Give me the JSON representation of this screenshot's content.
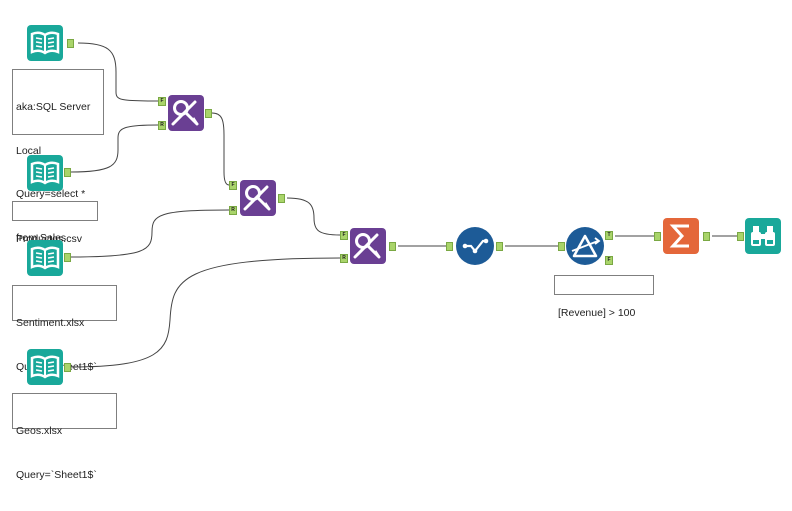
{
  "tools": {
    "input_sql": {
      "icon": "book-input-icon",
      "label": [
        "aka:SQL Server",
        "Local",
        "Query=select *",
        "from Sales"
      ]
    },
    "input_productos": {
      "icon": "book-input-icon",
      "label": [
        "Productos.csv"
      ]
    },
    "input_sentiment": {
      "icon": "book-input-icon",
      "label": [
        "Sentiment.xlsx",
        "Query=`Sheet1$`"
      ]
    },
    "input_geos": {
      "icon": "book-input-icon",
      "label": [
        "Geos.xlsx",
        "Query=`Sheet1$`"
      ]
    },
    "join_1": {
      "icon": "join-icon",
      "anchors": [
        "F",
        "R"
      ]
    },
    "join_2": {
      "icon": "join-icon",
      "anchors": [
        "F",
        "R"
      ]
    },
    "join_3": {
      "icon": "join-icon",
      "anchors": [
        "F",
        "R"
      ]
    },
    "select_tool": {
      "icon": "select-icon"
    },
    "filter_tool": {
      "icon": "filter-icon",
      "anchors": [
        "T",
        "F"
      ],
      "label": [
        "[Revenue] > 100"
      ]
    },
    "summarize_tool": {
      "icon": "sigma-icon"
    },
    "browse_tool": {
      "icon": "binoculars-icon"
    }
  },
  "colors": {
    "input": "#19a89a",
    "join": "#6a3f93",
    "select": "#1d5b97",
    "summarize": "#e4673a",
    "anchor": "#a9d46a",
    "connector": "#444444"
  }
}
